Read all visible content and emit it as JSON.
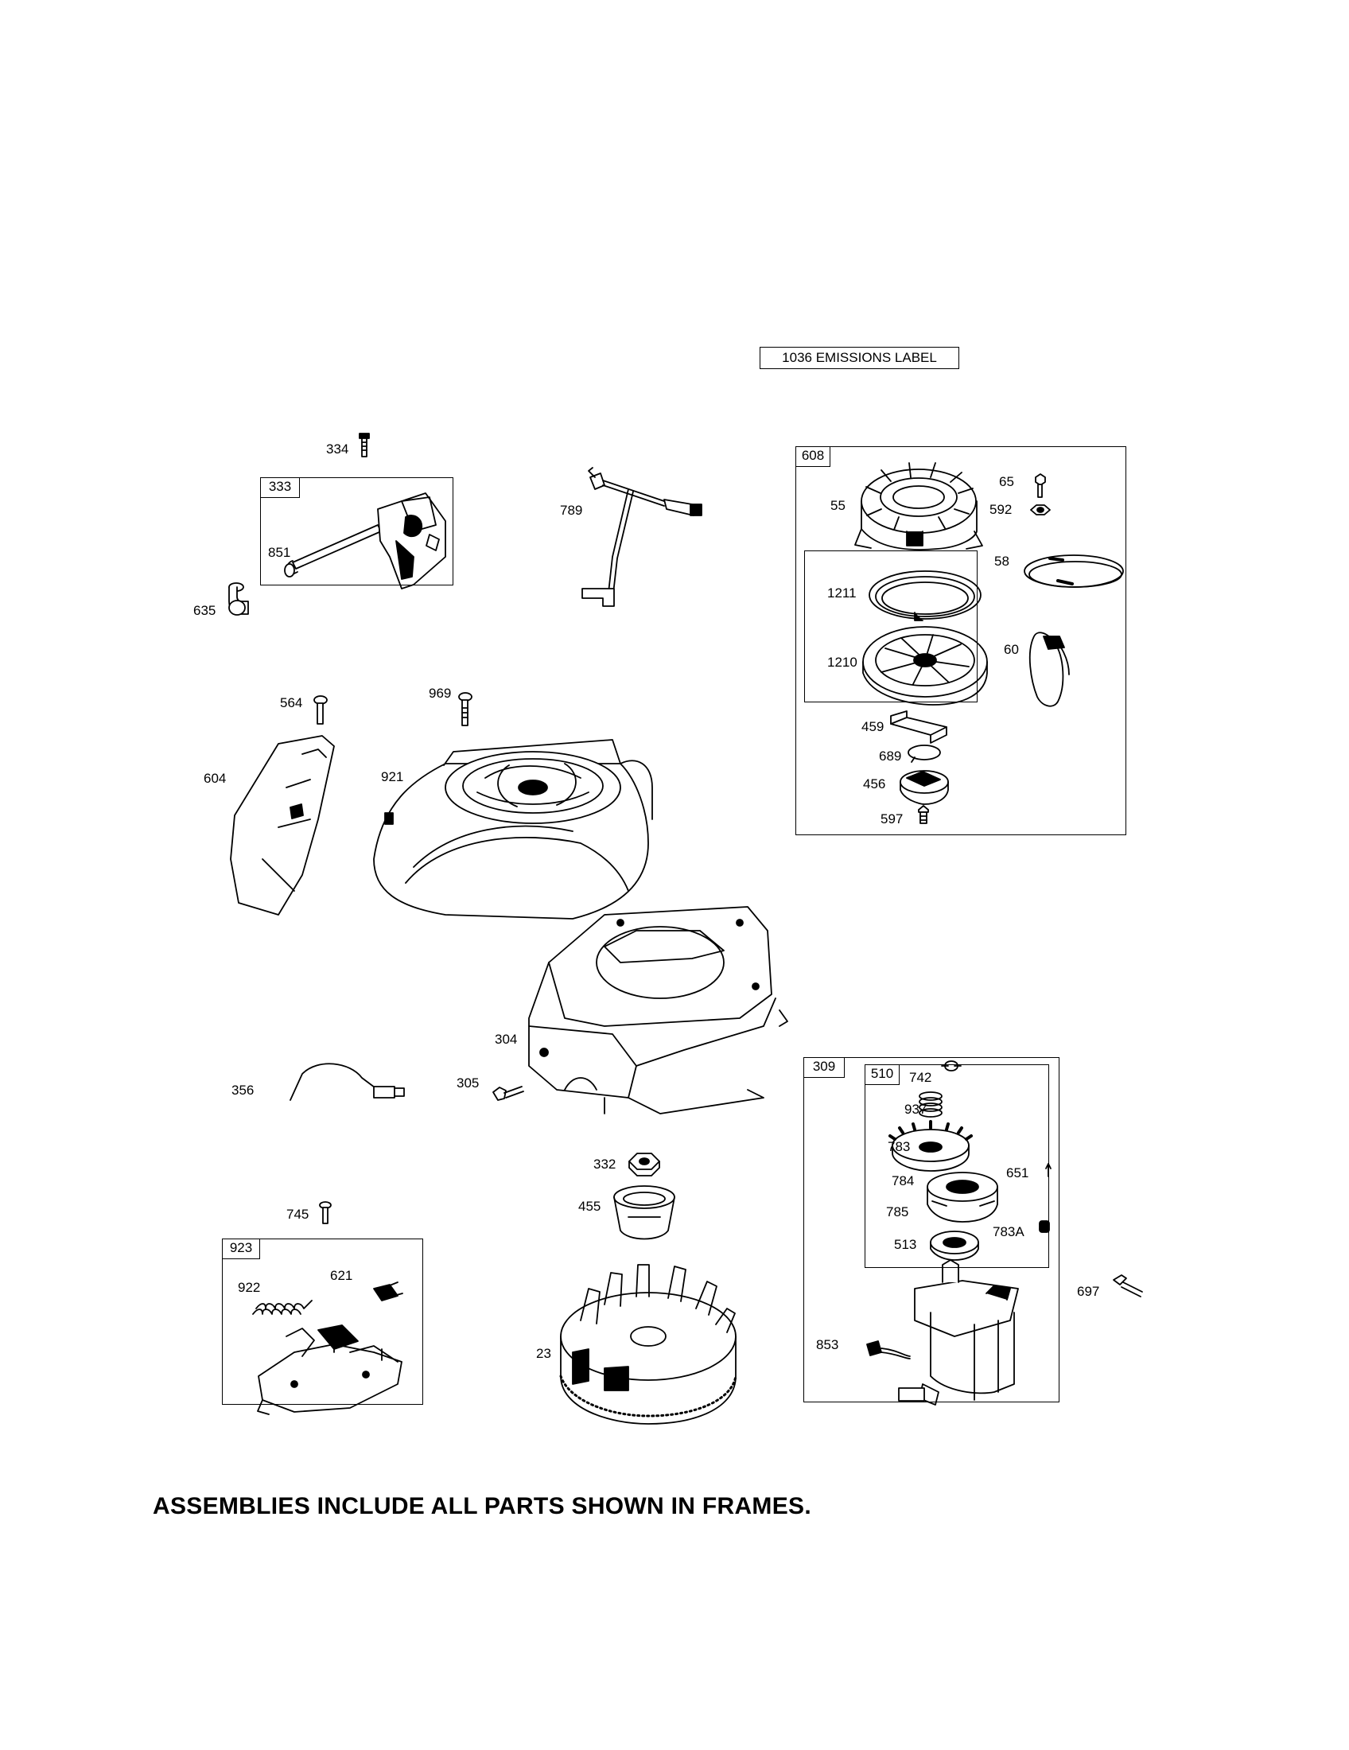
{
  "emissions_label": "1036 EMISSIONS LABEL",
  "footer_note": "ASSEMBLIES INCLUDE ALL PARTS SHOWN IN FRAMES.",
  "frames": {
    "f333": "333",
    "f608": "608",
    "f309": "309",
    "f510": "510",
    "f923": "923"
  },
  "parts": {
    "p334": "334",
    "p851": "851",
    "p635": "635",
    "p789": "789",
    "p55": "55",
    "p65": "65",
    "p592": "592",
    "p58": "58",
    "p1211": "1211",
    "p1210": "1210",
    "p60": "60",
    "p459": "459",
    "p689": "689",
    "p456": "456",
    "p597": "597",
    "p564": "564",
    "p969": "969",
    "p604": "604",
    "p921": "921",
    "p304": "304",
    "p305": "305",
    "p356": "356",
    "p332": "332",
    "p455": "455",
    "p745": "745",
    "p922": "922",
    "p621": "621",
    "p23": "23",
    "p742": "742",
    "p937": "937",
    "p783": "783",
    "p651": "651",
    "p784": "784",
    "p785": "785",
    "p783A": "783A",
    "p513": "513",
    "p697": "697",
    "p853": "853"
  }
}
